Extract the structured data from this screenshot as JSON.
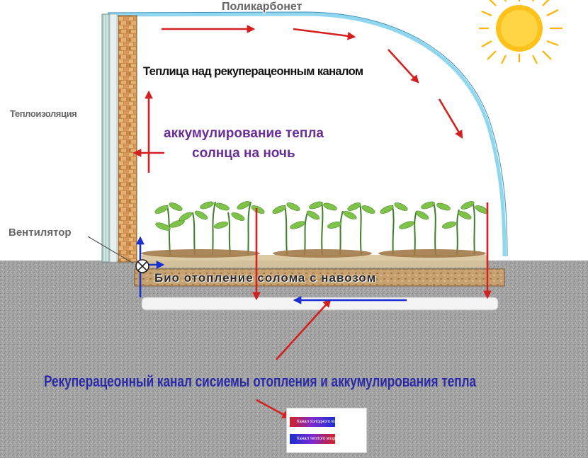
{
  "labels": {
    "polycarbonate": "Поликарбонет",
    "greenhouse_title": "Теплица над рекуперацеонным каналом",
    "insulation": "Теплоизоляция",
    "heat_storage_line1": "аккумулирование тепла",
    "heat_storage_line2": "солнца на ночь",
    "fan": "Вентилятор",
    "bio_heating": "Био отопление солома с навозом",
    "recuperation_channel": "Рекуперацеонный канал сисиемы отопления и аккумулирования тепла"
  },
  "legend": {
    "row1": "Канал холодного воздуха",
    "row2": "Канал теплого воздуха"
  },
  "colors": {
    "arrow_red": "#d42020",
    "arrow_blue": "#1a2fd0",
    "dome_blue": "#8fd6f0",
    "sun": "#ffc21a",
    "ground": "#9a9a9a",
    "bio_layer": "#c8a070",
    "brick": "#c98a4a"
  },
  "icons": {
    "sun": "sun-icon",
    "fan": "fan-icon",
    "plants": "plant-icon"
  }
}
